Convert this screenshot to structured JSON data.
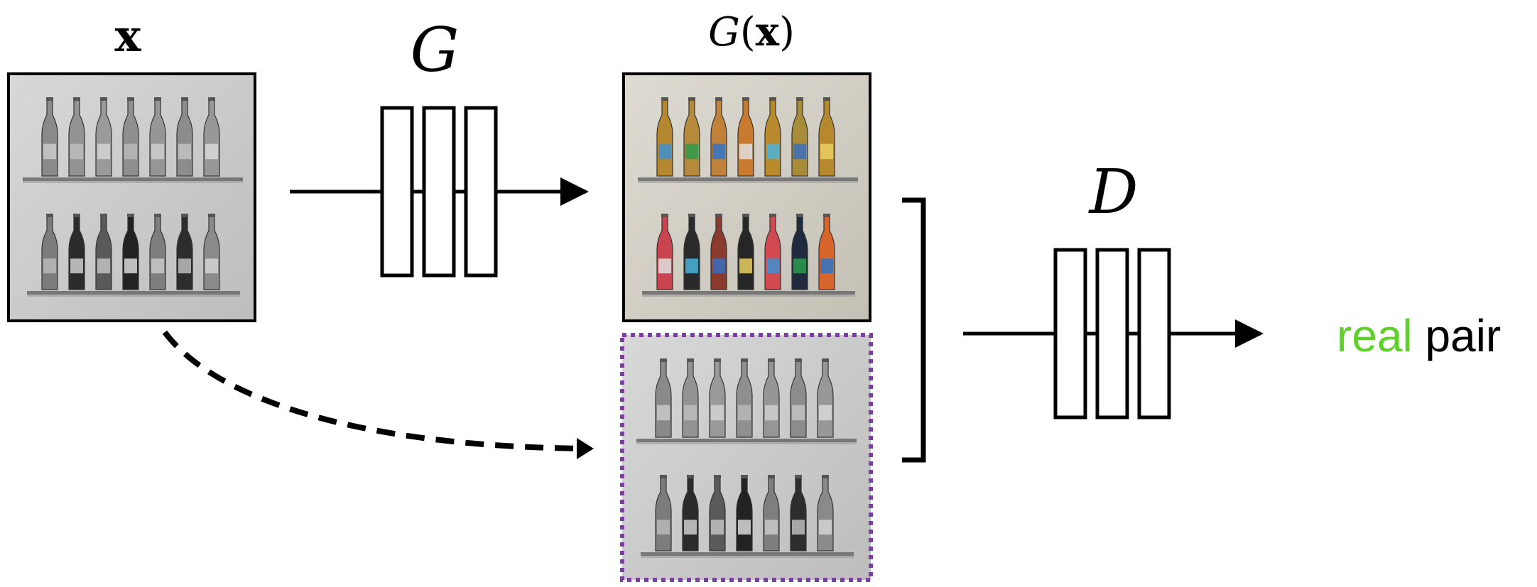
{
  "labels": {
    "input": "x",
    "generator": "G",
    "output_func": "G",
    "output_arg": "x",
    "output_open": "(",
    "output_close": ")",
    "discriminator": "D",
    "result_word": "real",
    "result_rest": "pair"
  },
  "colors": {
    "stroke": "#000000",
    "dashed_frame": "#7a3fa0",
    "result_word": "#5fd02a",
    "result_rest": "#000000"
  },
  "images": {
    "input": "grayscale photo of bottles on two shelves",
    "generated": "colorized photo of bottles on two shelves",
    "paired": "grayscale photo of bottles on two shelves"
  },
  "icons": {
    "generator": "network-blocks-icon",
    "discriminator": "network-blocks-icon",
    "bracket": "right-bracket-icon"
  }
}
